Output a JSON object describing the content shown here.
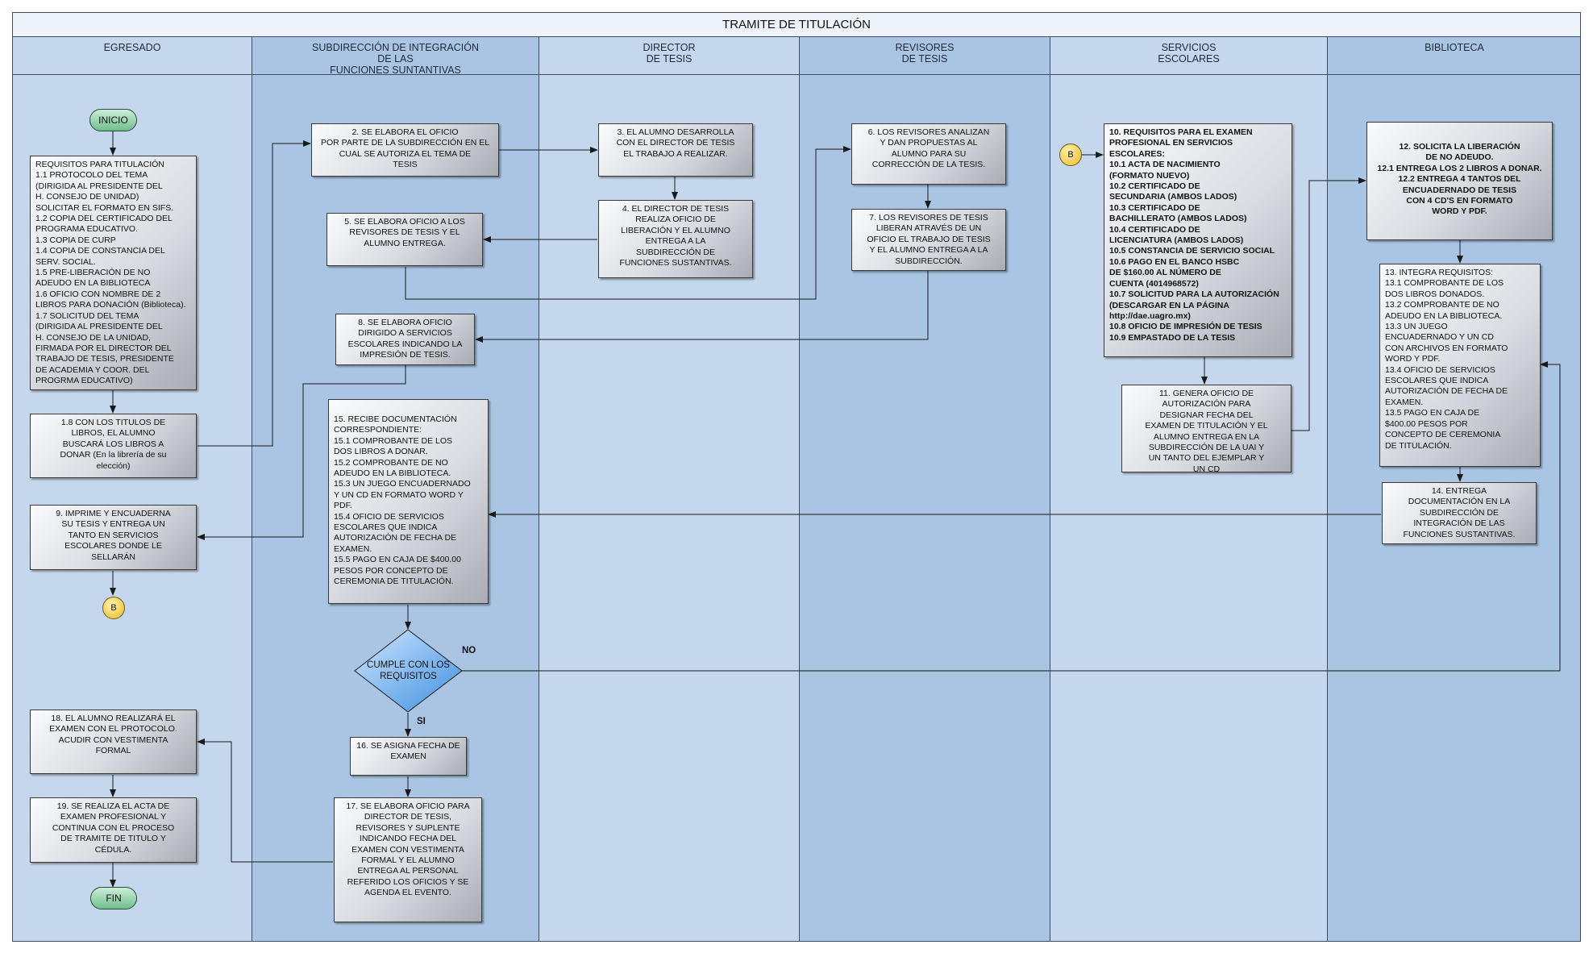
{
  "title": "TRAMITE DE TITULACIÓN",
  "lanes": [
    {
      "label": "EGRESADO",
      "color": "#c5d7ec"
    },
    {
      "label": "SUBDIRECCIÓN DE INTEGRACIÓN\nDE LAS\nFUNCIONES SUNTANTIVAS",
      "color": "#a9c5e3"
    },
    {
      "label": "DIRECTOR\nDE TESIS",
      "color": "#c5d7ec"
    },
    {
      "label": "REVISORES\nDE TESIS",
      "color": "#a9c5e3"
    },
    {
      "label": "SERVICIOS\nESCOLARES",
      "color": "#c5d7ec"
    },
    {
      "label": "BIBLIOTECA",
      "color": "#a9c5e3"
    }
  ],
  "terminals": {
    "inicio": "INICIO",
    "fin": "FIN"
  },
  "connectors": {
    "b_out": "B",
    "b_in": "B"
  },
  "steps": {
    "s1": "REQUISITOS PARA TITULACIÓN\n1.1 PROTOCOLO DEL TEMA\n(DIRIGIDA AL PRESIDENTE DEL\nH. CONSEJO DE UNIDAD)\nSOLICITAR EL FORMATO EN SIFS.\n1.2 COPIA DEL CERTIFICADO DEL\nPROGRAMA EDUCATIVO.\n1.3 COPIA DE CURP\n1.4 COPIA DE CONSTANCIA DEL\nSERV. SOCIAL.\n1.5 PRE-LIBERACIÓN DE NO\nADEUDO EN LA BIBLIOTECA\n1.6 OFICIO CON NOMBRE DE 2\nLIBROS PARA DONACIÓN (Biblioteca).\n1.7 SOLICITUD DEL TEMA\n(DIRIGIDA AL PRESIDENTE DEL\nH. CONSEJO DE LA UNIDAD,\nFIRMADA POR EL DIRECTOR DEL\nTRABAJO DE TESIS, PRESIDENTE\nDE ACADEMIA Y COOR. DEL\nPROGRMA EDUCATIVO)",
    "s1_8": "1.8 CON LOS TITULOS DE\nLIBROS, EL ALUMNO\nBUSCARÁ LOS LIBROS A\nDONAR (En la librería de su\nelección)",
    "s2": "2. SE ELABORA EL OFICIO\nPOR PARTE DE LA SUBDIRECCIÓN EN EL\nCUAL SE AUTORIZA EL TEMA DE\nTESIS",
    "s3": "3. EL ALUMNO DESARROLLA\nCON EL DIRECTOR DE TESIS\nEL TRABAJO A REALIZAR.",
    "s4": "4. EL DIRECTOR DE TESIS\nREALIZA OFICIO DE\nLIBERACIÓN Y EL ALUMNO\nENTREGA A LA\nSUBDIRECCIÓN DE\nFUNCIONES SUSTANTIVAS.",
    "s5": "5. SE ELABORA OFICIO A LOS\nREVISORES DE TESIS Y EL\nALUMNO ENTREGA.",
    "s6": "6. LOS REVISORES ANALIZAN\nY DAN PROPUESTAS AL\nALUMNO PARA SU\nCORRECCIÓN DE LA TESIS.",
    "s7": "7. LOS REVISORES DE TESIS\nLIBERAN ATRAVÉS DE UN\nOFICIO EL TRABAJO DE TESIS\nY EL ALUMNO ENTREGA A LA\nSUBDIRECCIÓN.",
    "s8": "8. SE ELABORA OFICIO\nDIRIGIDO A SERVICIOS\nESCOLARES INDICANDO LA\nIMPRESIÓN DE TESIS.",
    "s9": "9. IMPRIME Y ENCUADERNA\nSU TESIS Y ENTREGA UN\nTANTO EN SERVICIOS\nESCOLARES DONDE LE\nSELLARÁN",
    "s10": "10. REQUISITOS PARA EL EXAMEN\nPROFESIONAL EN SERVICIOS\nESCOLARES:\n10.1 ACTA DE NACIMIENTO\n(FORMATO NUEVO)\n10.2 CERTIFICADO DE\nSECUNDARIA (AMBOS LADOS)\n10.3 CERTIFICADO DE\nBACHILLERATO (AMBOS LADOS)\n10.4 CERTIFICADO DE\nLICENCIATURA (AMBOS LADOS)\n10.5 CONSTANCIA DE SERVICIO SOCIAL\n10.6 PAGO EN EL BANCO HSBC\nDE $160.00 AL NÚMERO DE\nCUENTA (4014968572)\n10.7 SOLICITUD PARA LA AUTORIZACIÓN\n(DESCARGAR EN LA PÁGINA\nhttp://dae.uagro.mx)\n10.8 OFICIO DE IMPRESIÓN DE TESIS\n10.9 EMPASTADO DE LA TESIS",
    "s11": "11. GENERA OFICIO DE\nAUTORIZACIÓN PARA\nDESIGNAR FECHA DEL\nEXAMEN DE TITULACIÓN Y EL\nALUMNO ENTREGA EN LA\nSUBDIRECCIÓN DE LA UAI Y\nUN TANTO DEL EJEMPLAR Y\nUN CD",
    "s12": "12. SOLICITA LA LIBERACIÓN\nDE NO ADEUDO.\n12.1 ENTREGA LOS 2 LIBROS A DONAR.\n12.2 ENTREGA 4 TANTOS DEL\nENCUADERNADO DE TESIS\nCON 4 CD'S EN FORMATO\nWORD Y PDF.",
    "s13": "13. INTEGRA REQUISITOS:\n13.1 COMPROBANTE DE LOS\nDOS LIBROS DONADOS.\n13.2 COMPROBANTE DE NO\nADEUDO EN LA BIBLIOTECA.\n13.3 UN JUEGO\nENCUADERNADO Y UN CD\nCON ARCHIVOS EN FORMATO\nWORD Y PDF.\n13.4 OFICIO DE SERVICIOS\nESCOLARES QUE INDICA\nAUTORIZACIÓN DE FECHA DE\nEXAMEN.\n13.5 PAGO EN CAJA DE\n$400.00 PESOS POR\nCONCEPTO DE CEREMONIA\nDE TITULACIÓN.",
    "s14": "14. ENTREGA\nDOCUMENTACIÓN EN LA\nSUBDIRECCIÓN DE\nINTEGRACIÓN DE LAS\nFUNCIONES SUSTANTIVAS.",
    "s15": "15. RECIBE DOCUMENTACIÓN\nCORRESPONDIENTE:\n15.1 COMPROBANTE DE LOS\nDOS LIBROS A DONAR.\n15.2 COMPROBANTE DE NO\nADEUDO EN LA BIBLIOTECA.\n15.3 UN JUEGO ENCUADERNADO\nY UN CD EN FORMATO WORD Y\nPDF.\n15.4 OFICIO DE SERVICIOS\n ESCOLARES QUE INDICA\n AUTORIZACIÓN DE FECHA DE\nEXAMEN.\n15.5 PAGO EN CAJA DE $400.00\n PESOS POR CONCEPTO DE\nCEREMONIA DE TITULACIÓN.",
    "decision": "CUMPLE CON LOS\nREQUISITOS",
    "s16": "16. SE ASIGNA FECHA DE\nEXAMEN",
    "s17": "17. SE ELABORA OFICIO PARA\nDIRECTOR DE TESIS,\nREVISORES Y SUPLENTE\nINDICANDO FECHA DEL\nEXAMEN CON VESTIMENTA\nFORMAL Y EL ALUMNO\nENTREGA AL PERSONAL\nREFERIDO LOS OFICIOS Y SE\nAGENDA EL EVENTO.",
    "s18": "18. EL ALUMNO REALIZARÁ EL\nEXAMEN CON EL PROTOCOLO.\nACUDIR CON VESTIMENTA\nFORMAL",
    "s19": "19. SE REALIZA EL ACTA DE\nEXAMEN PROFESIONAL Y\nCONTINUA CON EL PROCESO\nDE TRAMITE DE TITULO Y\nCÉDULA."
  },
  "labels": {
    "no": "NO",
    "si": "SI"
  },
  "colors": {
    "line": "#3d4d63",
    "arrow": "#1a1a1a",
    "decision_light": "#b9dcff",
    "decision_dark": "#3f8fe0"
  }
}
